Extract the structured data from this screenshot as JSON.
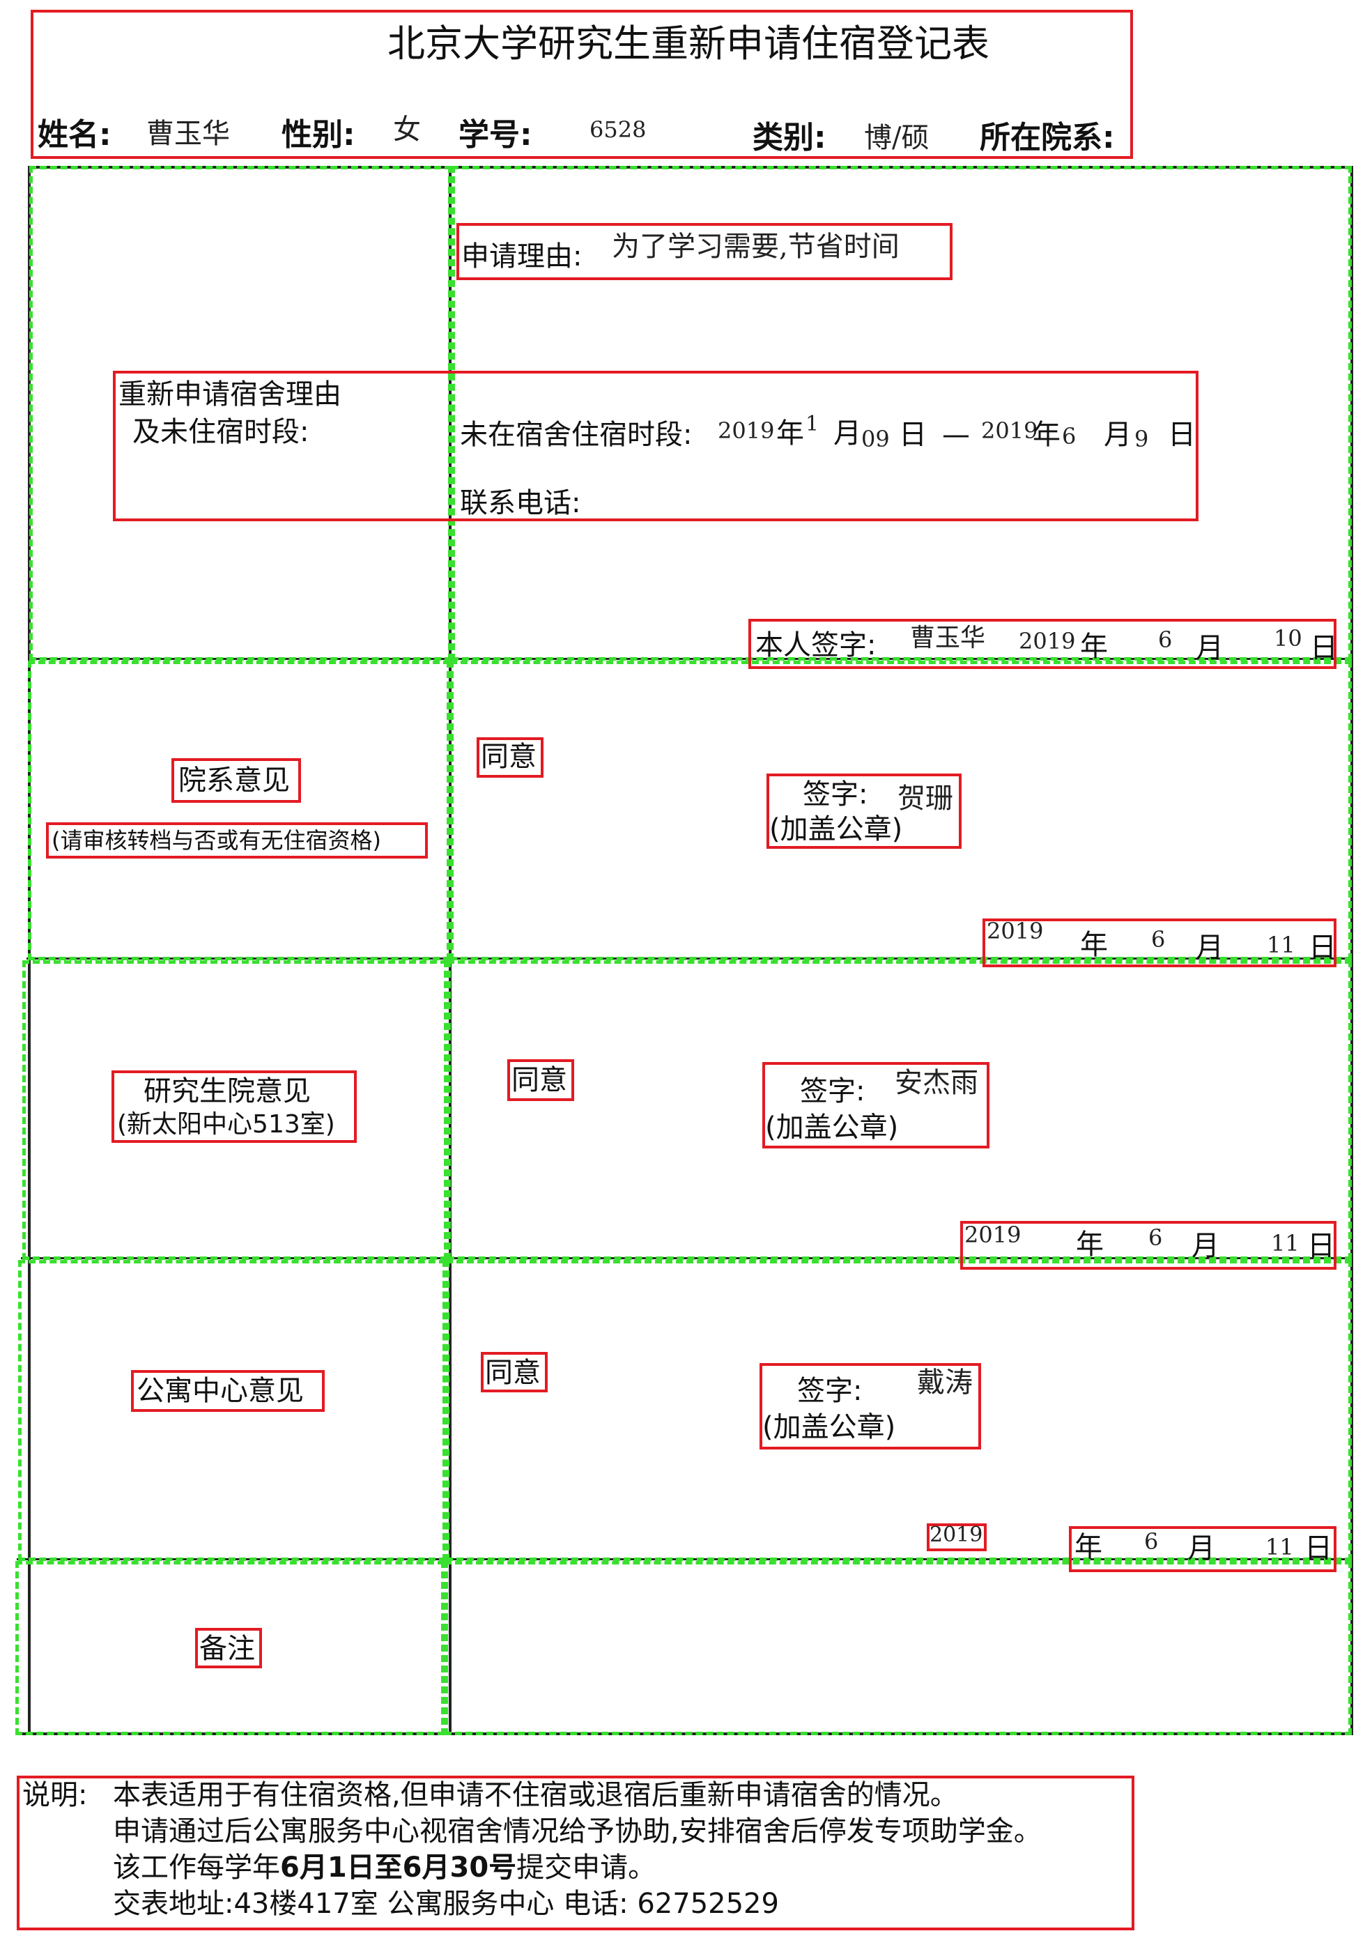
{
  "form": {
    "title": "北京大学研究生重新申请住宿登记表",
    "header": {
      "name_label": "姓名:",
      "name_value": "曹玉华",
      "gender_label": "性别:",
      "gender_value": "女",
      "id_label": "学号:",
      "id_value": "6528",
      "category_label": "类别:",
      "category_value": "博/硕",
      "dept_label": "所在院系:"
    },
    "section_reason": {
      "label_line1": "重新申请宿舍理由",
      "label_line2": "及未住宿时段:",
      "reason_label": "申请理由:",
      "reason_value": "为了学习需要,节省时间",
      "period_label": "未在宿舍住宿时段:",
      "from_year": "2019",
      "from_month": "1",
      "from_day": "09",
      "dash": "—",
      "to_year": "2019",
      "to_month": "6",
      "to_day": "9",
      "phone_label": "联系电话:",
      "sign_label": "本人签字:",
      "sign_value": "曹玉华",
      "date": {
        "year": "2019",
        "month": "6",
        "day": "10"
      }
    },
    "section_dept": {
      "label": "院系意见",
      "sublabel": "(请审核转档与否或有无住宿资格)",
      "opinion": "同意",
      "sign_label": "签字:",
      "sign_value": "贺珊",
      "seal": "(加盖公章)",
      "date": {
        "year": "2019",
        "month": "6",
        "day": "11"
      }
    },
    "section_grad": {
      "label": "研究生院意见",
      "sublabel": "(新太阳中心513室)",
      "opinion": "同意",
      "sign_label": "签字:",
      "sign_value": "安杰雨",
      "seal": "(加盖公章)",
      "date": {
        "year": "2019",
        "month": "6",
        "day": "11"
      }
    },
    "section_apt": {
      "label": "公寓中心意见",
      "opinion": "同意",
      "sign_label": "签字:",
      "sign_value": "戴涛",
      "seal": "(加盖公章)",
      "date": {
        "year": "2019",
        "month": "6",
        "day": "11"
      }
    },
    "section_remarks": {
      "label": "备注"
    },
    "units": {
      "year": "年",
      "month": "月",
      "day": "日"
    },
    "notes": {
      "label": "说明:",
      "line1": "本表适用于有住宿资格,但申请不住宿或退宿后重新申请宿舍的情况。",
      "line2": "申请通过后公寓服务中心视宿舍情况给予协助,安排宿舍后停发专项助学金。",
      "line3_a": "该工作每学年",
      "line3_b": "6月1日至6月30号",
      "line3_c": "提交申请。",
      "line4": "交表地址:43楼417室 公寓服务中心 电话: 62752529"
    }
  }
}
